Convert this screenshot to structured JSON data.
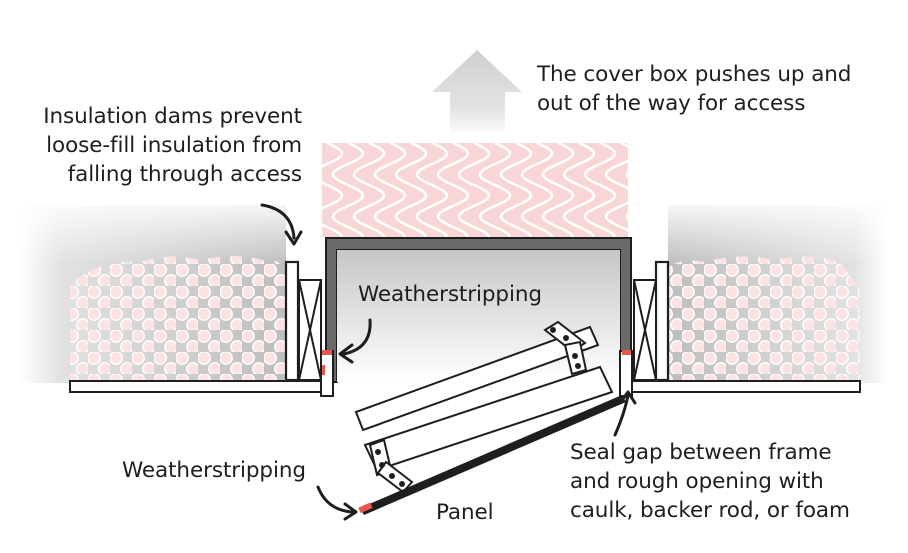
{
  "labels": {
    "cover_box": [
      "The cover box pushes up and",
      "out of the way for access"
    ],
    "insulation_dams": [
      "Insulation dams prevent",
      "loose-fill insulation from",
      "falling through access"
    ],
    "weatherstripping_top": "Weatherstripping",
    "weatherstripping_bottom": "Weatherstripping",
    "panel": "Panel",
    "seal_gap": [
      "Seal gap between frame",
      "and rough opening with",
      "caulk, backer rod, or foam"
    ]
  },
  "colors": {
    "insulation_pink": "#f9d6d6",
    "weatherstrip_red": "#e8574a",
    "line_dark": "#1e1e1e",
    "arrow_gray": "#d4d4d4",
    "box_gray": "#666666"
  }
}
